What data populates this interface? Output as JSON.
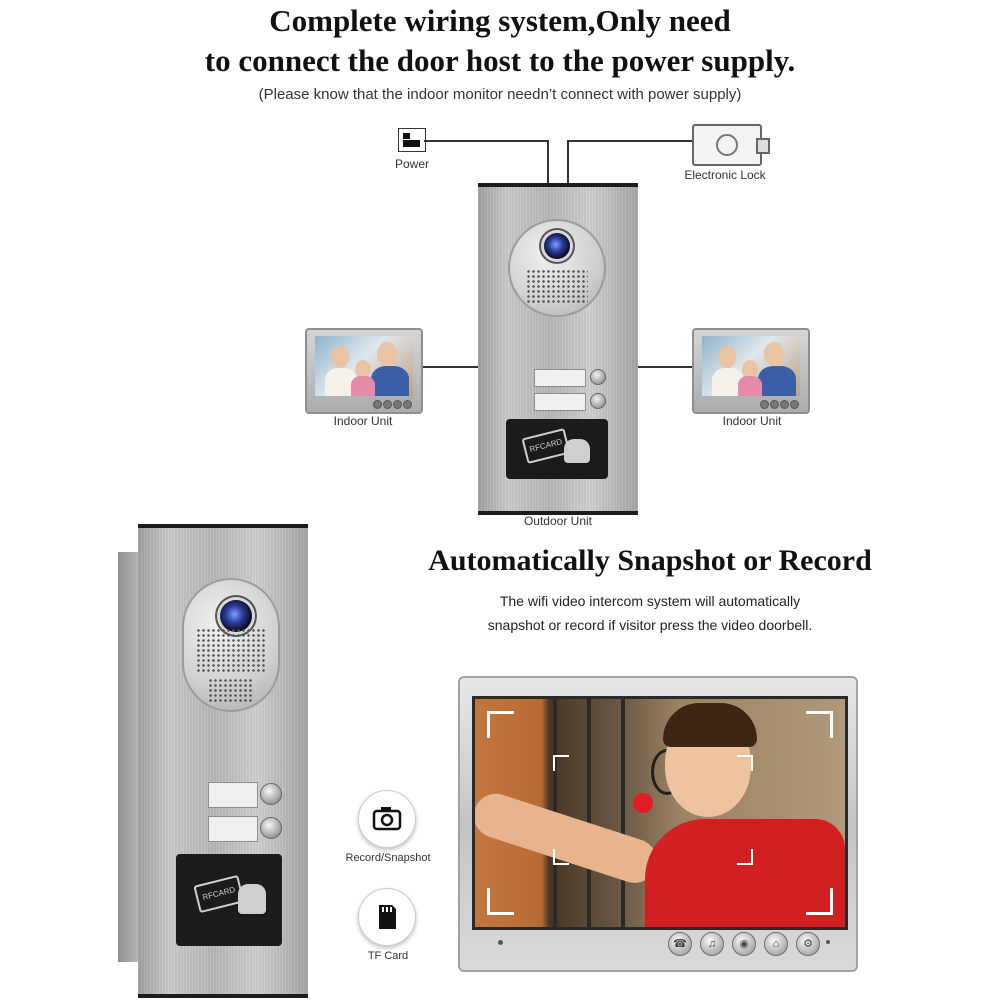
{
  "header": {
    "title_line1": "Complete wiring system,Only need",
    "title_line2": "to connect the door host to the power supply.",
    "note": "(Please know that the indoor monitor needn’t connect with power supply)"
  },
  "diagram": {
    "power_label": "Power",
    "lock_label": "Electronic Lock",
    "indoor_left_label": "Indoor Unit",
    "indoor_right_label": "Indoor Unit",
    "outdoor_label": "Outdoor Unit",
    "rfcard_text": "RFCARD"
  },
  "feature": {
    "title": "Automatically Snapshot or Record",
    "desc_line1": "The wifi video intercom system will automatically",
    "desc_line2": "snapshot or record if visitor press the video  doorbell.",
    "record_label": "Record/Snapshot",
    "tf_label": "TF Card"
  },
  "icons": [
    "power-icon",
    "electronic-lock-icon",
    "camera-icon",
    "sd-card-icon",
    "rfid-card-icon"
  ],
  "colors": {
    "record_dot": "#e31b23",
    "panel_steel": "#b5b7b9",
    "shirt_red": "#d21f22"
  }
}
